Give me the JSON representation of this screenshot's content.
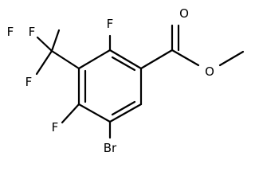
{
  "structure": {
    "atoms": {
      "f_top_left_1": "F",
      "f_top_left_2": "F",
      "f_cf3_low": "F",
      "f_ring_top": "F",
      "f_ring_left": "F",
      "br": "Br",
      "o_carbonyl": "O",
      "o_ester": "O"
    }
  }
}
